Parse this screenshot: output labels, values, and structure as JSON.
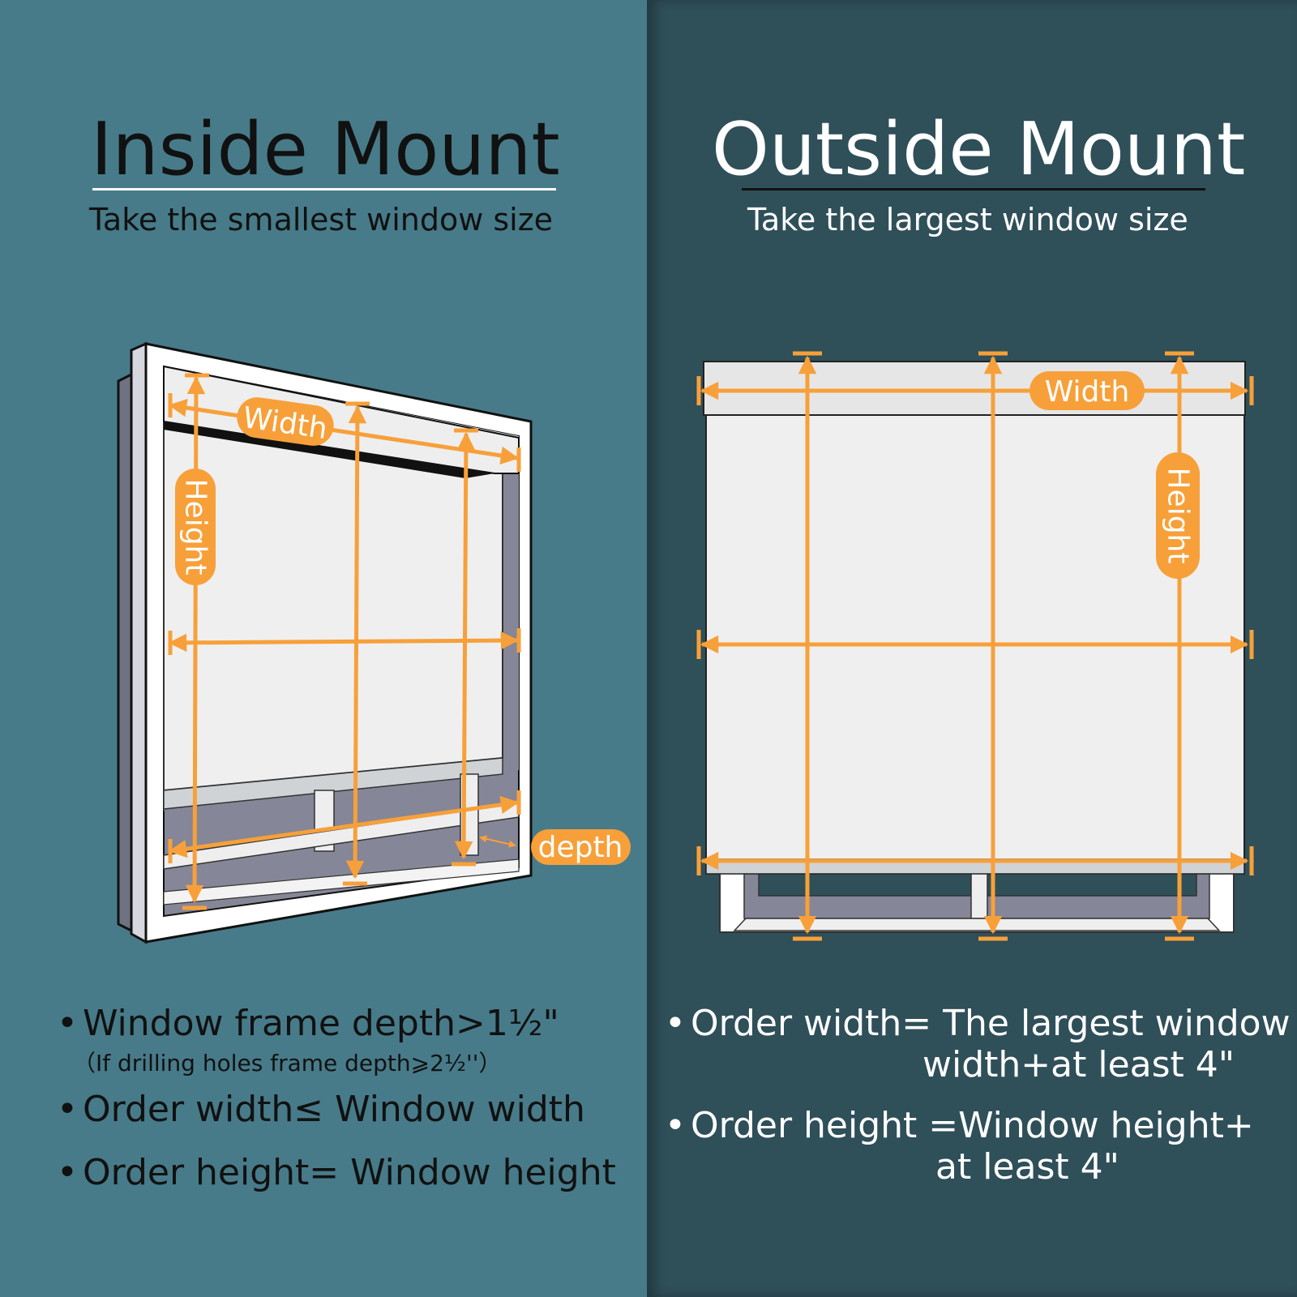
{
  "colors": {
    "left_bg": "#477b89",
    "right_bg": "#2f4f59",
    "accent": "#f7a03a",
    "frame": "#ffffff",
    "shade": "#efefef",
    "glass": "#858697",
    "left_text": "#111111",
    "right_text": "#ffffff"
  },
  "inside": {
    "title": "Inside Mount",
    "subtitle": "Take the smallest window size",
    "labels": {
      "width": "Width",
      "height": "Height",
      "depth": "depth"
    },
    "bullets": [
      {
        "dot": "•",
        "text": "Window frame depth>1½\"",
        "note": "（If drilling holes frame depth⩾2½''）"
      },
      {
        "dot": "•",
        "text": "Order width≤ Window width"
      },
      {
        "dot": "•",
        "text": "Order height= Window height"
      }
    ]
  },
  "outside": {
    "title": "Outside Mount",
    "subtitle": "Take the largest window size",
    "labels": {
      "width": "Width",
      "height": "Height"
    },
    "bullets": [
      {
        "dot": "•",
        "text": "Order width= The largest window",
        "cont": "width+at least 4\""
      },
      {
        "dot": "•",
        "text": "Order height =Window height+",
        "cont": "at least 4\""
      }
    ]
  }
}
